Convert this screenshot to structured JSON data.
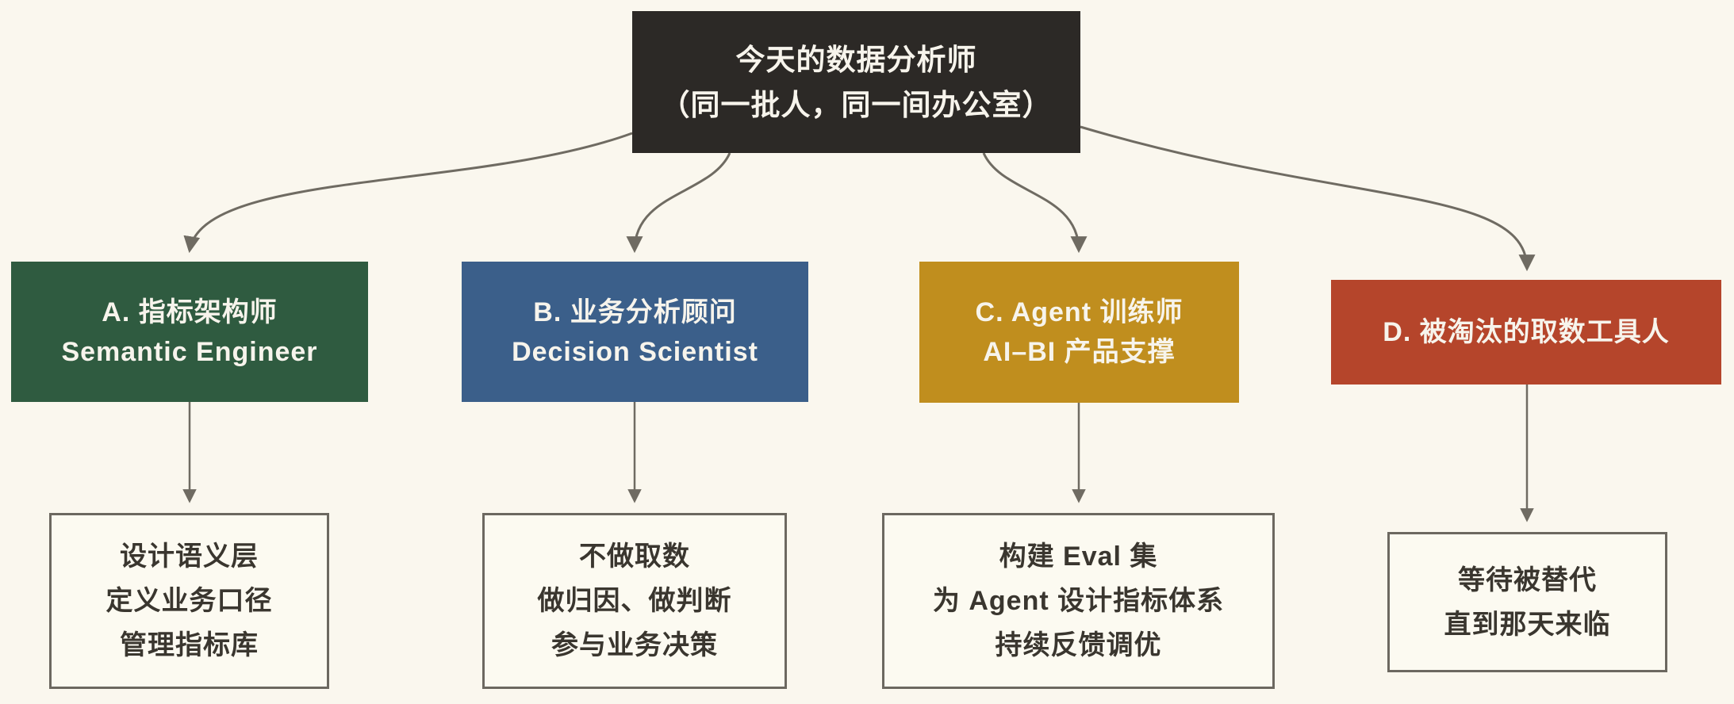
{
  "canvas": {
    "background": "#FAF7EE",
    "arrow_color": "#6F6B62"
  },
  "root": {
    "line1": "今天的数据分析师",
    "line2": "（同一批人，同一间办公室）",
    "bg": "#2C2926",
    "text_color": "#F7F4EC"
  },
  "roles": [
    {
      "id": "A",
      "line1": "A. 指标架构师",
      "line2": "Semantic Engineer",
      "bg": "#2F5B40"
    },
    {
      "id": "B",
      "line1": "B. 业务分析顾问",
      "line2": "Decision Scientist",
      "bg": "#3B5F8A"
    },
    {
      "id": "C",
      "line1": "C. Agent 训练师",
      "line2": "AI–BI 产品支撑",
      "bg": "#C08E1E"
    },
    {
      "id": "D",
      "line1": "D. 被淘汰的取数工具人",
      "bg": "#B5452B"
    }
  ],
  "details": [
    {
      "lines": [
        "设计语义层",
        "定义业务口径",
        "管理指标库"
      ]
    },
    {
      "lines": [
        "不做取数",
        "做归因、做判断",
        "参与业务决策"
      ]
    },
    {
      "lines": [
        "构建 Eval 集",
        "为 Agent 设计指标体系",
        "持续反馈调优"
      ]
    },
    {
      "lines": [
        "等待被替代",
        "直到那天来临"
      ]
    }
  ]
}
